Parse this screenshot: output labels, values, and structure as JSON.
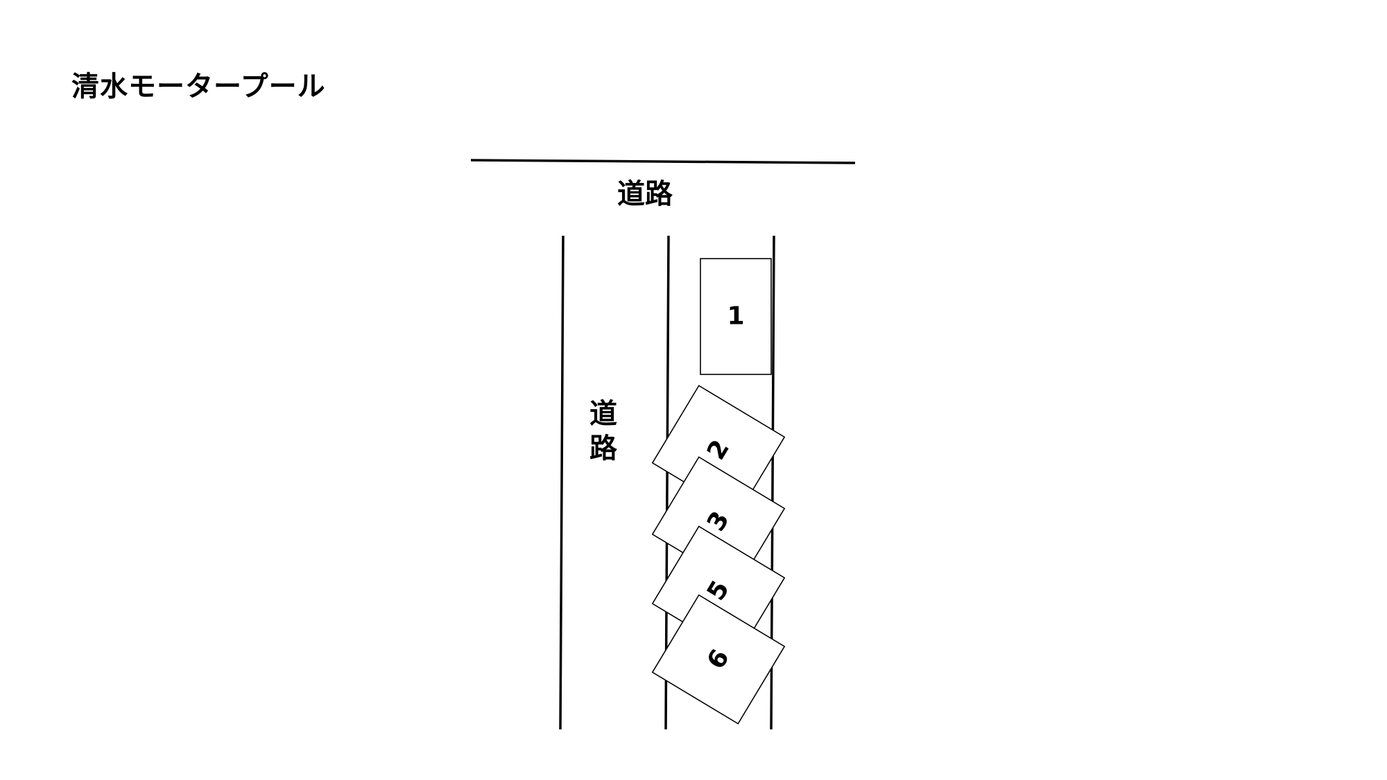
{
  "title": "清水モータープール",
  "road_top_label": "道路",
  "road_side_label_line1": "道",
  "road_side_label_line2": "路",
  "spaces": [
    {
      "number": "1"
    },
    {
      "number": "2"
    },
    {
      "number": "3"
    },
    {
      "number": "5"
    },
    {
      "number": "6"
    }
  ]
}
